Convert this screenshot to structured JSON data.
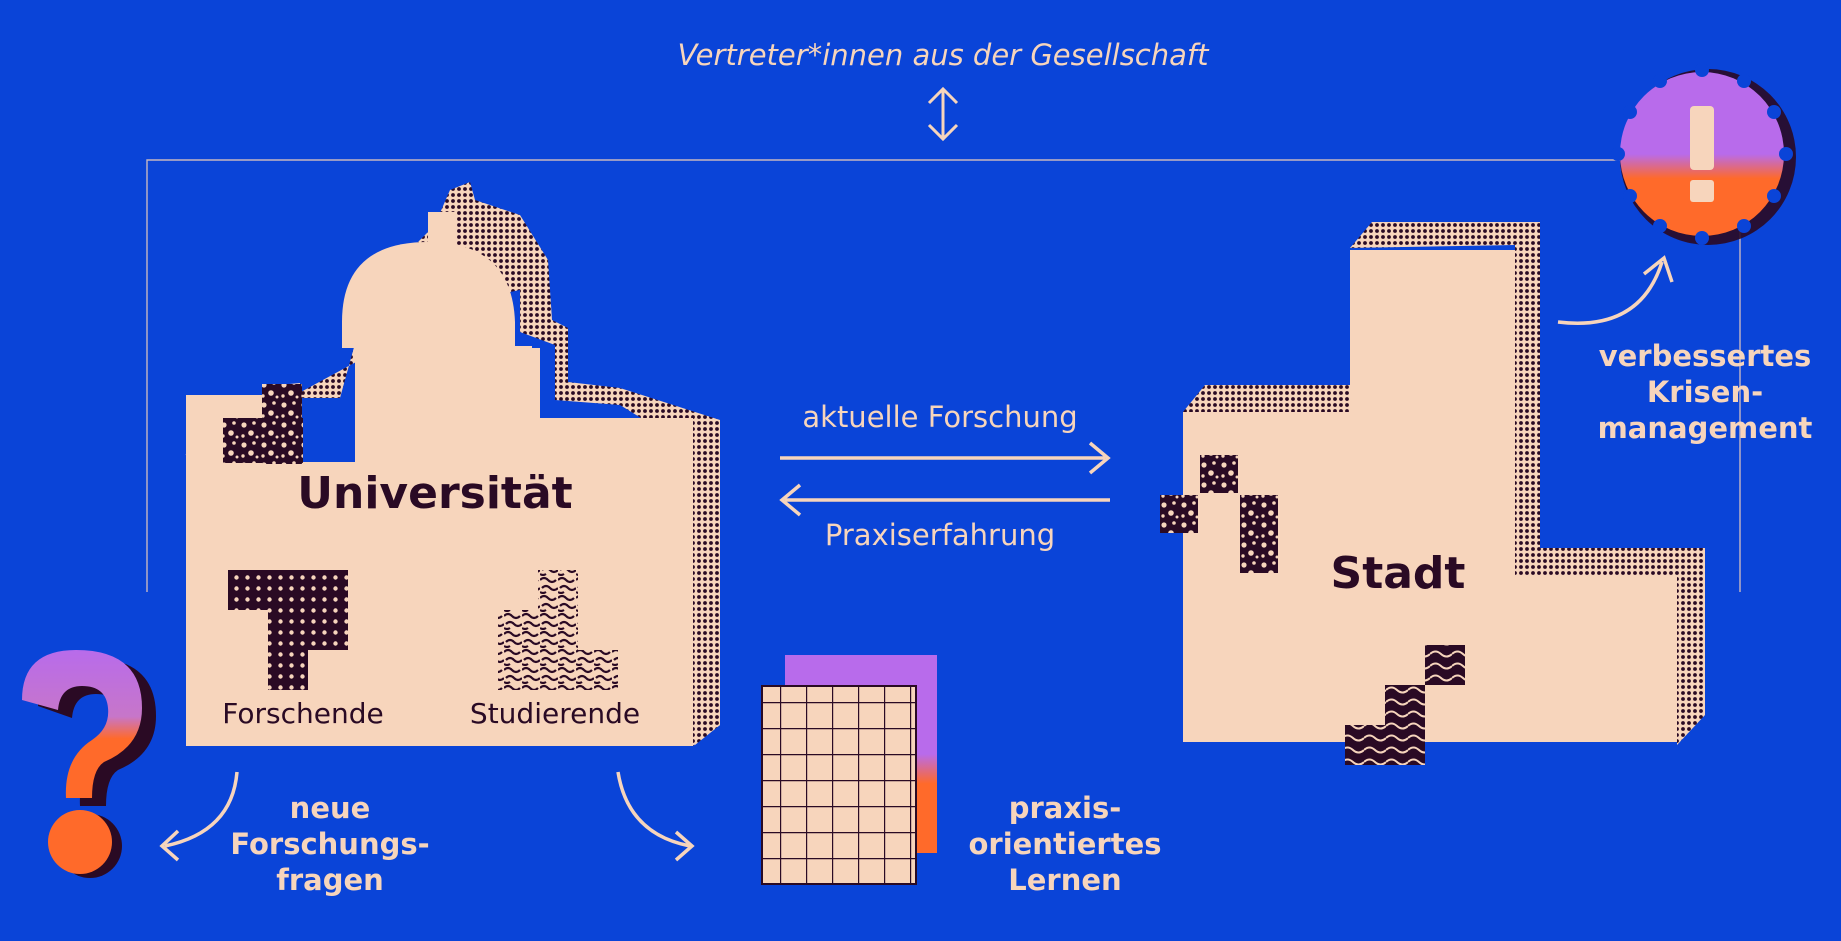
{
  "top_label": "Vertreter*innen aus der Gesellschaft",
  "university": {
    "title": "Universität",
    "left_label": "Forschende",
    "right_label": "Studierende"
  },
  "city": {
    "title": "Stadt"
  },
  "arrows": {
    "top_label": "aktuelle Forschung",
    "bottom_label": "Praxiserfahrung"
  },
  "outcomes": {
    "crisis": [
      "verbessertes",
      "Krisen-",
      "management"
    ],
    "questions": [
      "neue",
      "Forschungs-",
      "fragen"
    ],
    "learning": [
      "praxis-",
      "orientiertes",
      "Lernen"
    ]
  },
  "icons": {
    "question": "question-mark-icon",
    "alert": "exclamation-gear-icon",
    "grid": "grid-paper-icon"
  },
  "colors": {
    "background": "#0A44D8",
    "cream": "#F7D5BC",
    "dark": "#2A0A24",
    "purple": "#B86BEB",
    "orange": "#FF6A2A"
  }
}
